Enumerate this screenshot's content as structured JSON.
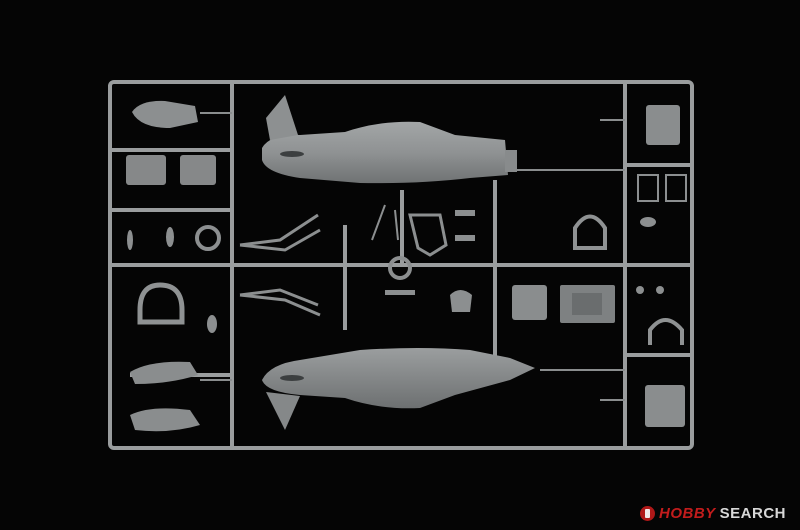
{
  "image": {
    "subject": "plastic-model-sprue",
    "background_color": "#050505",
    "plastic_color": "#8c8f90"
  },
  "watermark": {
    "brand_part1": "HOBBY",
    "brand_part2": "SEARCH",
    "color_brand": "#c21c1c",
    "color_text": "#d8d8d8"
  }
}
